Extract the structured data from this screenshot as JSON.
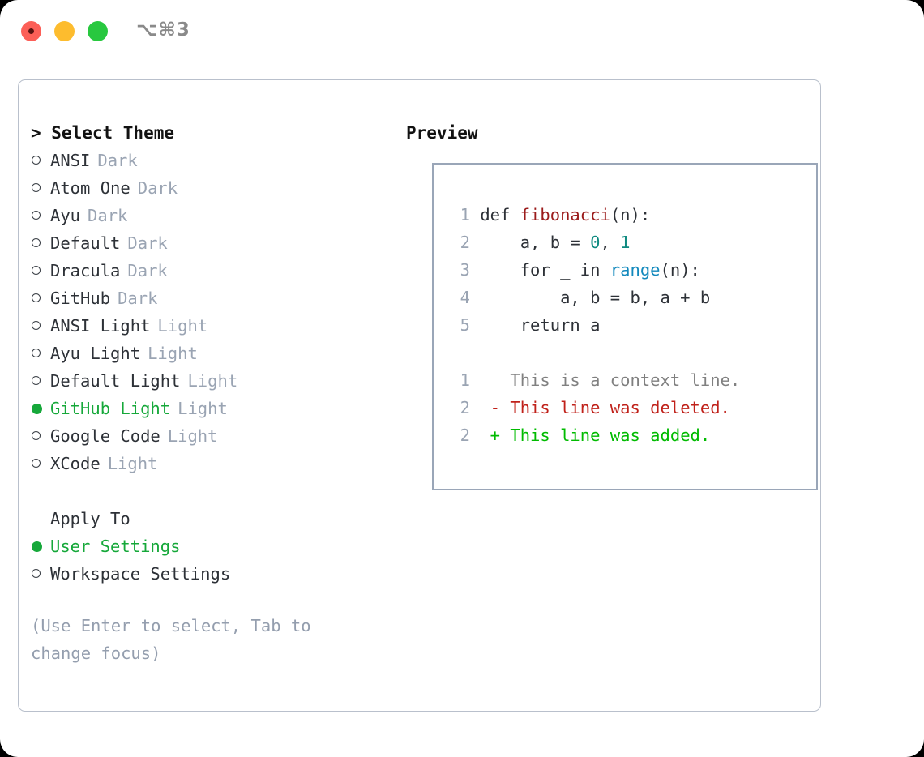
{
  "window": {
    "title": "⌥⌘3",
    "controls": [
      {
        "name": "close",
        "color": "#fc5f57"
      },
      {
        "name": "minimize",
        "color": "#fdbc2e"
      },
      {
        "name": "zoom",
        "color": "#28c83f"
      }
    ]
  },
  "theme_picker": {
    "header": "> Select Theme",
    "options": [
      {
        "label": "ANSI",
        "tag": "Dark",
        "selected": false
      },
      {
        "label": "Atom One",
        "tag": "Dark",
        "selected": false
      },
      {
        "label": "Ayu",
        "tag": "Dark",
        "selected": false
      },
      {
        "label": "Default",
        "tag": "Dark",
        "selected": false
      },
      {
        "label": "Dracula",
        "tag": "Dark",
        "selected": false
      },
      {
        "label": "GitHub",
        "tag": "Dark",
        "selected": false
      },
      {
        "label": "ANSI Light",
        "tag": "Light",
        "selected": false
      },
      {
        "label": "Ayu Light",
        "tag": "Light",
        "selected": false
      },
      {
        "label": "Default Light",
        "tag": "Light",
        "selected": false
      },
      {
        "label": "GitHub Light",
        "tag": "Light",
        "selected": true
      },
      {
        "label": "Google Code",
        "tag": "Light",
        "selected": false
      },
      {
        "label": "XCode",
        "tag": "Light",
        "selected": false
      }
    ]
  },
  "apply_to": {
    "header": "Apply To",
    "options": [
      {
        "label": "User Settings",
        "selected": true
      },
      {
        "label": "Workspace Settings",
        "selected": false
      }
    ]
  },
  "hint": "(Use Enter to select, Tab to change focus)",
  "preview": {
    "header": "Preview",
    "code_lines": [
      {
        "num": "1",
        "tokens": [
          {
            "t": "def ",
            "c": "kw"
          },
          {
            "t": "fibonacci",
            "c": "fn"
          },
          {
            "t": "(n):",
            "c": "plain"
          }
        ]
      },
      {
        "num": "2",
        "tokens": [
          {
            "t": "    a, b = ",
            "c": "plain"
          },
          {
            "t": "0",
            "c": "num"
          },
          {
            "t": ", ",
            "c": "plain"
          },
          {
            "t": "1",
            "c": "num"
          }
        ]
      },
      {
        "num": "3",
        "tokens": [
          {
            "t": "    for _ in ",
            "c": "plain"
          },
          {
            "t": "range",
            "c": "builtin"
          },
          {
            "t": "(n):",
            "c": "plain"
          }
        ]
      },
      {
        "num": "4",
        "tokens": [
          {
            "t": "        a, b = b, a + b",
            "c": "plain"
          }
        ]
      },
      {
        "num": "5",
        "tokens": [
          {
            "t": "    return a",
            "c": "plain"
          }
        ]
      }
    ],
    "diff_lines": [
      {
        "num": "1",
        "prefix": "  ",
        "text": "This is a context line.",
        "kind": "ctx"
      },
      {
        "num": "2",
        "prefix": "- ",
        "text": "This line was deleted.",
        "kind": "del"
      },
      {
        "num": "2",
        "prefix": "+ ",
        "text": "This line was added.",
        "kind": "add"
      }
    ]
  },
  "colors": {
    "selected_green": "#16a83a",
    "tag_gray": "#9aa4b3",
    "hint_gray": "#949eae",
    "panel_border": "#b9c0cc",
    "preview_border": "#9aa6b8",
    "token_function": "#9b1b1b",
    "token_number": "#0f8a80",
    "token_builtin": "#1389bd",
    "diff_deleted": "#c0211a",
    "diff_added": "#00bb00",
    "diff_context": "#808080"
  }
}
